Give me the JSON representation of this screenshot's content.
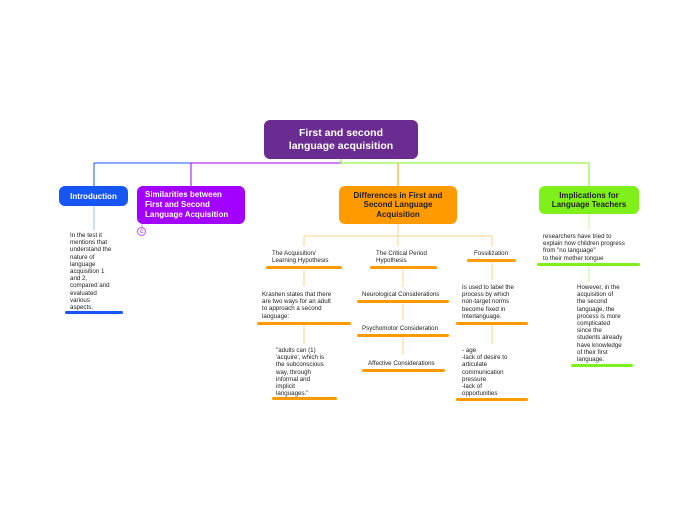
{
  "root": "First and second\nlanguage acquisition",
  "branches": {
    "introduction": {
      "label": "Introduction",
      "text": "In the test it\nmentions that\nunderstand the\nnature of\nlanguage\nacquisition 1\nand 2,\ncompared and\nevaluated\nvarious\naspects."
    },
    "similarities": {
      "label": "Similarities between\nFirst and Second\nLanguage Acquisition",
      "badge": "c"
    },
    "differences": {
      "label": "Differences in First and\nSecond Language\nAcquisition",
      "acquisition": "The Acquisition/\nLearning Hypothesis",
      "krashen": "Krashen states that there\nare two ways for an adult\nto approach a second\nlanguage:",
      "quote": "\"adults can (1)\n'acquire', which is\nthe subconscious\nway, through\ninformal and\nimplicit\nlanguages.\"",
      "critical": "The Critical Period\nHypothesis",
      "neuro": "Neurological Considerations",
      "psycho": "Psychomotor Consideration",
      "affective": "Affective Considerations",
      "fossil": "Fossilization",
      "fossil_desc": "Is used to label the\nprocess by which\nnon-target norms\nbecome fixed in\nInterlanguage.",
      "fossil_list": "- age\n-lack of desire to\narticulate\ncommunication\npressure\n-lack of\nopportunities"
    },
    "implications": {
      "label": "Implications for\nLanguage Teachers",
      "text1": "researchers have tried to\nexplain how children progress\nfrom \"no language\"\nto their mother tongue",
      "text2": "However, in the\nacquisition of\nthe second\nlanguage, the\nprocess is more\ncomplicated\nsince the\nstudents already\nhave knowledge\nof their first\nlanguage."
    }
  },
  "colors": {
    "root": "#6a2c91",
    "introduction": "#1656f5",
    "similarities": "#a200ff",
    "differences": "#ff9a00",
    "implications": "#7ff01a",
    "connector_orange": "#ffd08a",
    "connector_green": "#c8f5a0"
  }
}
